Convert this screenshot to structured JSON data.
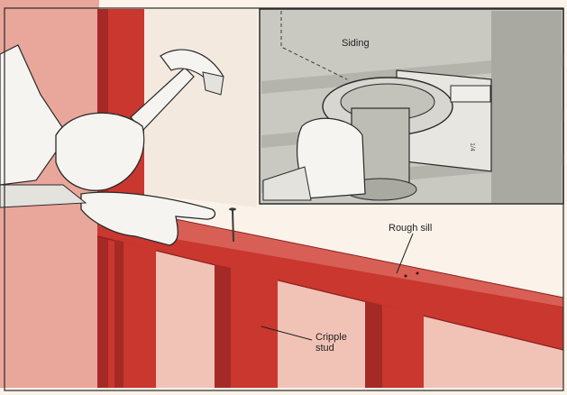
{
  "labels": {
    "siding": "Siding",
    "rough_sill": "Rough sill",
    "cripple_stud_line1": "Cripple",
    "cripple_stud_line2": "stud",
    "tool_scale": "1/4"
  },
  "colors": {
    "background": "#fbf3ea",
    "wall_pink": "#e9a69a",
    "wall_pink_light": "#f1c2b6",
    "framing_red": "#c9372f",
    "framing_dark": "#a52a25",
    "framing_mid": "#d85f55",
    "inset_gray": "#c9c9c2",
    "inset_dark": "#8f8f88",
    "skin": "#f6f4f0",
    "outline": "#2a2a2a"
  },
  "icons": {
    "hammer": "hammer-icon",
    "nail": "nail-icon",
    "circular_saw": "circular-saw-icon",
    "hand": "hand-icon"
  }
}
